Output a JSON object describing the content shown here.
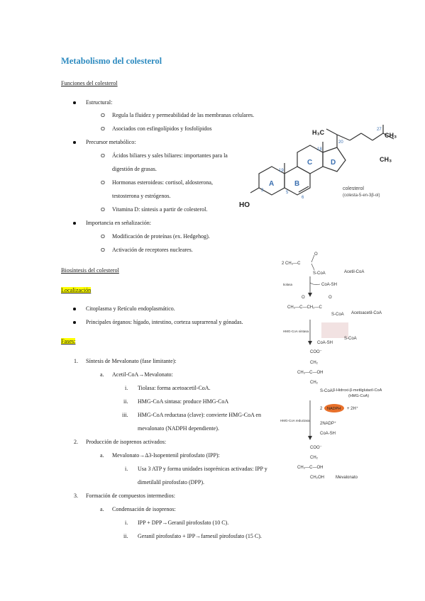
{
  "title": "Metabolismo del colesterol",
  "funciones_heading": "Funciones del colesterol",
  "funciones": {
    "estructural": "Estructural:",
    "estructural_items": [
      "Regula la fluidez y permeabilidad de las membranas celulares.",
      "Asociados con esfingolípidos y fosfolípidos"
    ],
    "precursor": "Precursor metabólico:",
    "precursor_items": [
      "Ácidos biliares y sales biliares: importantes para la",
      "digestión de grasas.",
      "Hormonas esteroideas: cortisol, aldosterona,",
      "testosterona y estrógenos.",
      "Vitamina D: síntesis a partir de colesterol."
    ],
    "senal": "Importancia en señalización:",
    "senal_items": [
      "Modificación de proteínas (ex. Hedgehog).",
      "Activación de receptores nucleares."
    ]
  },
  "biosintesis_heading": "Biosíntesis del colesterol",
  "localizacion_heading": "Localización",
  "localizacion_items": [
    "Citoplasma y Retículo endoplasmático.",
    "Principales órganos: hígado, intestino, corteza suprarrenal y gónadas."
  ],
  "fases_heading": "Fases:",
  "fases": {
    "f1": "Síntesis de Mevalonato (fase limitante):",
    "f1a": "Acetil-CoA→Mevalonato:",
    "f1a_items": [
      "Tiolasa: forma acetoacetil-CoA.",
      "HMG-CoA sintasa: produce HMG-CoA",
      "HMG-CoA reductasa (clave): convierte HMG-CoA en",
      "mevalonato (NADPH dependiente)."
    ],
    "f2": "Producción de isoprenos activados:",
    "f2a": "Mevalonato→Δ3-Isopentenil pirofosfato (IPP):",
    "f2a_items": [
      "Usa 3 ATP y forma unidades isoprénicas activadas: IPP y",
      "dimetilalil pirofosfato (DPP)."
    ],
    "f3": "Formación de compuestos intermedios:",
    "f3a": "Condensación de isoprenos:",
    "f3a_items": [
      "IPP + DPP→Geranil pirofosfato (10 C).",
      "Geranil pirofosfato + IPP→farnesil pirofosfato (15 C)."
    ]
  },
  "markers": {
    "bullet_o": "O",
    "num1": "1.",
    "num2": "2.",
    "num3": "3.",
    "a": "a.",
    "ri": "i.",
    "rii": "ii.",
    "riii": "iii."
  },
  "cholesterol": {
    "h3c": "H₃C",
    "ch3": "CH₃",
    "ho": "HO",
    "ring_a": "A",
    "ring_b": "B",
    "ring_c": "C",
    "ring_d": "D",
    "n18": "18",
    "n19": "19",
    "n20": "20",
    "n27": "27",
    "n3": "3",
    "n5": "5",
    "n6": "6",
    "caption1": "colesterol",
    "caption2": "(colesta-5-en-3β-ol)"
  },
  "pathway": {
    "acetil": "Acetil-CoA",
    "acetil_formula": "2 CH₃—C",
    "scoa": "S-CoA",
    "tiolasa": "tiolasa",
    "coash": "CoA-SH",
    "acetoacetil": "Acetoacetil-CoA",
    "acetoacetil_formula": "CH₃—C—CH₂—C",
    "hmg_sintasa": "HMG-CoA sintasa",
    "hmg_name": "β-Hidroxi-β-metilglutaril-CoA",
    "hmg_abbr": "(HMG-CoA)",
    "coo": "COO⁻",
    "ch2": "CH₂",
    "ch3": "CH₃",
    "choh": "CH₃—C—OH",
    "hmg_reductasa": "HMG-CoA reductasa",
    "nadph": "NADPH",
    "nadph_left": "2",
    "plus_h": "+ 2H⁺",
    "nadp": "2NADP⁺",
    "ch2oh": "CH₂OH",
    "mevalonato": "Mevalonato"
  },
  "colors": {
    "title": "#2e8bc0",
    "highlight": "#ffff00",
    "nadph": "#e8702a"
  }
}
